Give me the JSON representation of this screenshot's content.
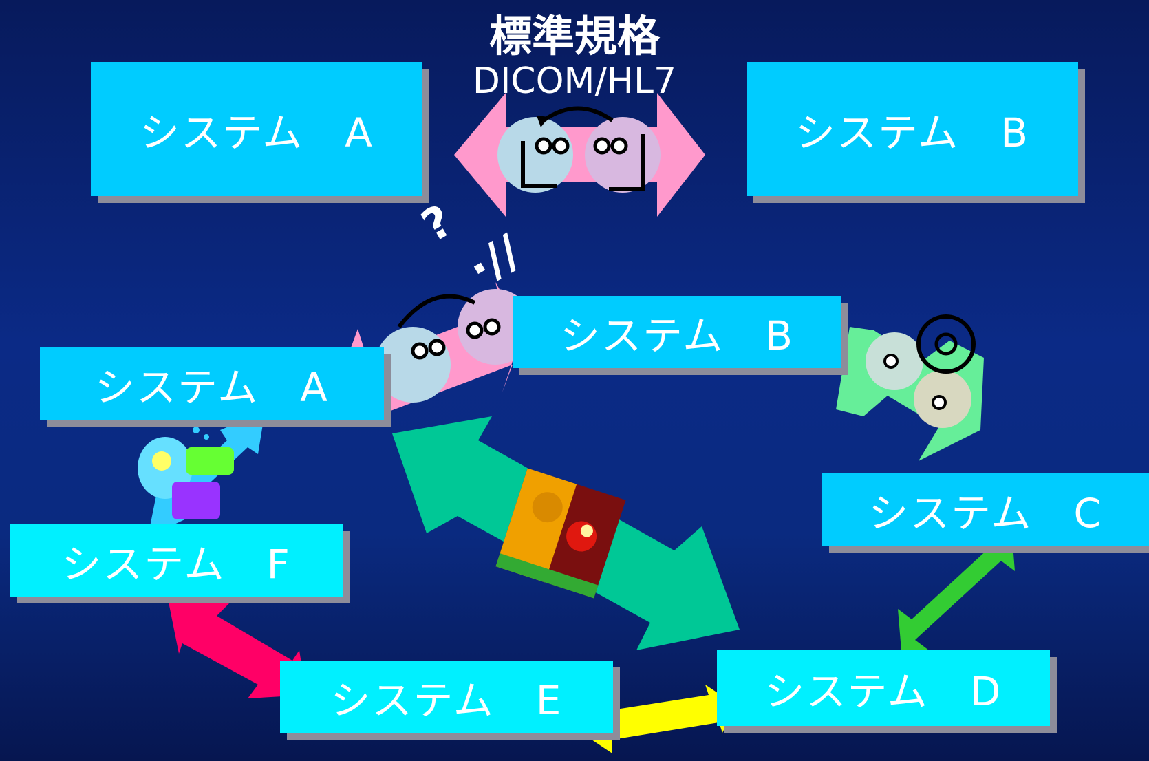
{
  "header": {
    "title": "標準規格",
    "subtitle": "DICOM/HL7"
  },
  "top_row": {
    "system_a": "システム　A",
    "system_b": "システム　B"
  },
  "network": {
    "system_a": "システム　A",
    "system_b": "システム　B",
    "system_c": "システム　C",
    "system_d": "システム　D",
    "system_e": "システム　E",
    "system_f": "システム　F"
  },
  "colors": {
    "background": "#0b2a86",
    "box_blue": "#00ccff",
    "box_cyan": "#00f0ff",
    "arrow_pink": "#ff99cc",
    "arrow_teal": "#00c896",
    "arrow_mint": "#66ee99",
    "arrow_lime": "#33cc33",
    "arrow_magenta": "#ff0066",
    "arrow_yellow": "#ffff00",
    "arrow_skyblue": "#33ccff"
  }
}
